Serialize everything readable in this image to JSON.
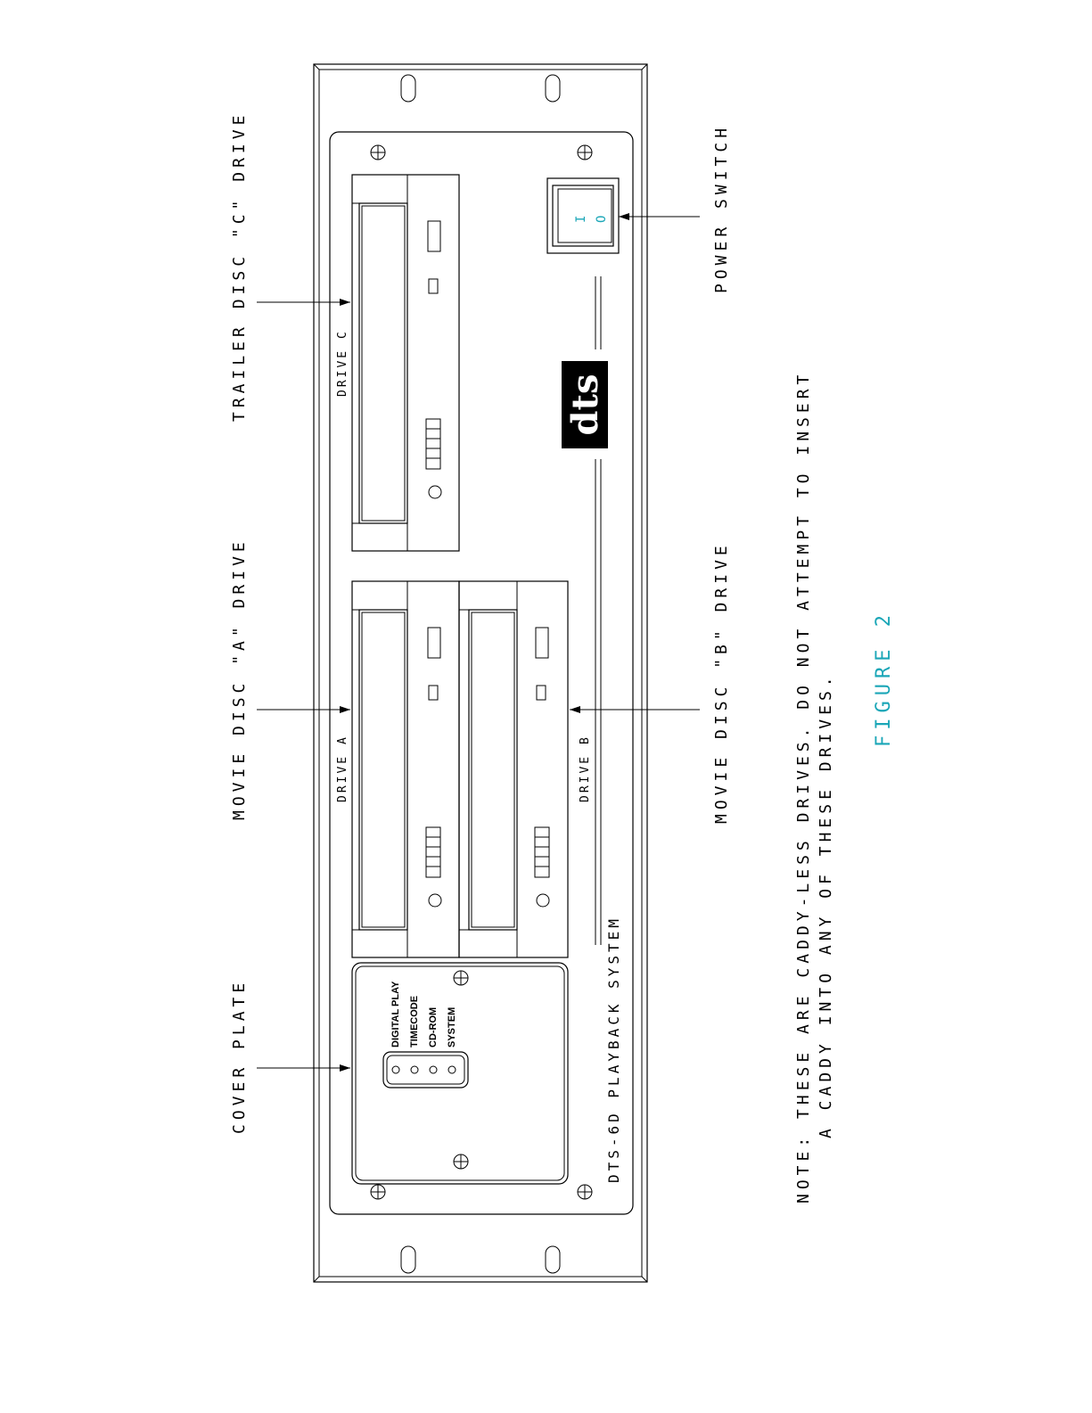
{
  "callouts": {
    "trailer_drive": "TRAILER DISC \"C\" DRIVE",
    "movie_a_drive": "MOVIE DISC \"A\" DRIVE",
    "cover_plate": "COVER PLATE",
    "power_switch": "POWER SWITCH",
    "movie_b_drive": "MOVIE DISC \"B\" DRIVE"
  },
  "drive_labels": {
    "drive_c": "DRIVE C",
    "drive_a": "DRIVE A",
    "drive_b": "DRIVE B"
  },
  "indicators": [
    "DIGITAL PLAY",
    "TIMECODE",
    "CD-ROM",
    "SYSTEM"
  ],
  "system_name": "DTS-6D PLAYBACK SYSTEM",
  "logo": "dts",
  "switch": {
    "on": "I",
    "off": "O"
  },
  "note": {
    "line1": "NOTE: THESE ARE CADDY-LESS DRIVES. DO NOT ATTEMPT TO INSERT",
    "line2": "A CADDY INTO ANY OF THESE DRIVES."
  },
  "figure_label": "FIGURE 2",
  "colors": {
    "accent": "#1aa6b7",
    "line": "#000000"
  }
}
